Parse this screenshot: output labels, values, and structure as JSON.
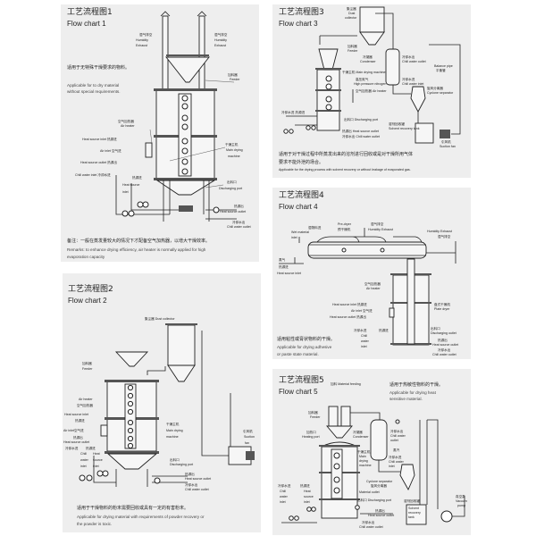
{
  "fc1": {
    "title_cn": "工艺流程图1",
    "title_en": "Flow chart 1",
    "desc_cn": "适用于无特殊干燥要求的物料。",
    "desc_en1": "Applicable for to dry material",
    "desc_en2": "without special requirements.",
    "humidity_cn": "湿气排空",
    "humidity_en1": "Humidity",
    "humidity_en2": "Exhaust",
    "feeder_cn": "加料器",
    "feeder_en": "Feeder",
    "airheater_cn": "空气加热器",
    "airheater_en": "Air heater",
    "hs_inlet": "Heat source inlet 热源进",
    "air_inlet": "Air inlet 空气进",
    "hs_outlet": "Heat source outlet 热源出",
    "chill_inlet": "Chill water inlet 冷却水进",
    "hs_inlet2_cn": "热源进",
    "hs_inlet2_en1": "Heat source",
    "hs_inlet2_en2": "inlet",
    "main_cn": "干燥主机",
    "main_en1": "Main drying",
    "main_en2": "machine",
    "disch_cn": "出料口",
    "disch_en": "Discharging port",
    "hs_out_cn": "热源出",
    "hs_out_en": "Heat source outlet",
    "cw_out_cn": "冷却水出",
    "cw_out_en": "Chill water outlet",
    "remark_cn": "备注：一般在蒸发量较大的情况下才配备空气加热器，以增大干燥效率。",
    "remark_en1": "Remarks: to enhance drying efficiency, air heater is normally applied for high",
    "remark_en2": "evaporation capacity"
  },
  "fc2": {
    "title_cn": "工艺流程图2",
    "title_en": "Flow chart 2",
    "dust": "集尘器 Dust collector",
    "feeder_cn": "加料器",
    "feeder_en": "Feeder",
    "airheater_en": "Air heater",
    "airheater_cn": "空气加热器",
    "hs_inlet_en": "Heat source inlet",
    "hs_inlet_cn": "热源进",
    "air_inlet": "Air inlet空气进",
    "hs_outlet_cn": "热源出",
    "hs_outlet_en": "Heat source outlet",
    "chill_cn": "冷却水进",
    "chill_en1": "Chill",
    "chill_en2": "water",
    "chill_en3": "inlet",
    "hs2_cn": "热源进",
    "hs2_en1": "Heat",
    "hs2_en2": "source",
    "hs2_en3": "inlet",
    "main_cn": "干燥主机",
    "main_en1": "Main drying",
    "main_en2": "machine",
    "fan_cn": "引风机",
    "fan_en1": "Suction",
    "fan_en2": "fan",
    "disch_cn": "出料口",
    "disch_en": "Discharging port",
    "hs_out_cn": "热源出",
    "hs_out_en": "Heat source outlet",
    "cw_out_cn": "冷却水出",
    "cw_out_en": "Chill water outlet",
    "desc_cn": "适用于干燥物料的粉末需要回收或具有一定的有害粉末。",
    "desc_en1": "Applicable for drying material with requirements of powder recovery or",
    "desc_en2": "the powder is toxic."
  },
  "fc3": {
    "title_cn": "工艺流程图3",
    "title_en": "Flow chart 3",
    "dust_cn": "集尘器",
    "dust_en1": "Dust",
    "dust_en2": "collector",
    "feeder_cn": "加料器",
    "feeder_en": "Feeder",
    "condenser_cn": "冷凝器",
    "condenser_en": "Condenser",
    "main": "干燥主机 Main drying machine",
    "cw_in_cn": "冷却水进",
    "cw_in_en": "Chill water inlet",
    "cw_out_cn": "冷却水出",
    "cw_out_en": "Chill water outlet",
    "hp_cn": "高压氮气",
    "hp_en": "High pressure nitrogen",
    "airheater": "空气加热器 Air heater",
    "balance_en": "Balance pipe",
    "balance_cn": "平衡管",
    "cyclone_cn": "旋风分离器",
    "cyclone_en": "Cyclone separator",
    "chill_in": "冷却水进 热源进",
    "disch": "出料口 Discharging port",
    "hs_out": "热源出 Heat source outlet",
    "cw_out2": "冷却水出 Chill water outlet",
    "solvent_cn": "溶剂回收罐",
    "solvent_en": "Solvent recovery tank",
    "fan_cn": "引风机",
    "fan_en": "Suction fan",
    "desc_cn1": "适用于对干燥过程中所蒸发出来的溶剂进行回收或是对干燥所用气体",
    "desc_cn2": "要求不能外泄的场合。",
    "desc_en": "Applicable for the drying process with solvent recovery or without leakage of evaporated gas."
  },
  "fc4": {
    "title_cn": "工艺流程图4",
    "title_en": "Flow chart 4",
    "wet_cn": "湿物料进",
    "wet_en1": "Wet material",
    "wet_en2": "inlet",
    "pre_en": "Pre-dryer",
    "pre_cn": "预干燥机",
    "hum_cn": "湿气排空",
    "hum_en": "Humidity Exhaust",
    "hum2_en": "Humidity Exhaust",
    "hum2_cn": "湿气排空",
    "steam": "蒸气",
    "hs_in_cn": "热源进",
    "hs_in_en": "Heat source inlet",
    "airheater_cn": "空气加热器",
    "airheater_en": "Air heater",
    "hs_inlet": "Heat source inlet 热源进",
    "air_inlet": "Air inlet 空气进",
    "hs_outlet": "Heat source outlet 热源出",
    "plate_cn": "盘式干燥机",
    "plate_en": "Plate dryer",
    "chill_cn": "冷却水进",
    "chill_en1": "Chill",
    "chill_en2": "water",
    "chill_en3": "inlet",
    "hs2": "热源进",
    "disch_cn": "出料口",
    "disch_en": "Discharging outlet",
    "hs_out_cn": "热源出",
    "hs_out_en": "Heat source outlet",
    "cw_out_cn": "冷却水出",
    "cw_out_en": "Chill water outlet",
    "desc_cn": "适用粘性或膏状物料的干燥。",
    "desc_en1": "Applicable for drying adhesive",
    "desc_en2": "or paste state material."
  },
  "fc5": {
    "title_cn": "工艺流程图5",
    "title_en": "Flow chart 5",
    "heating": "加料 Material feeding",
    "desc_cn": "适用于热敏性物料的干燥。",
    "desc_en1": "Applicable for drying heat",
    "desc_en2": "sensitive material.",
    "feeder_cn": "加料器",
    "feeder_en": "Feeder",
    "heating_port_cn": "加热口",
    "heating_port_en": "Heating port",
    "condenser_cn": "冷凝器",
    "condenser_en": "Condenser",
    "cw_out_cn": "冷却水出",
    "cw_out_en1": "Chill water",
    "cw_out_en2": "outlet",
    "main_cn": "干燥主机",
    "main_en1": "Main",
    "main_en2": "drying",
    "main_en3": "machine",
    "steam": "蒸汽",
    "cw_in_cn": "冷却水进",
    "cw_in_en1": "Chill water",
    "cw_in_en2": "inlet",
    "cyclone_en": "Cyclone separator",
    "cyclone_cn": "旋风分离器",
    "mat_out": "Material outlet",
    "chill_cn": "冷却水进",
    "chill_en1": "Chill",
    "chill_en2": "water",
    "chill_en3": "inlet",
    "hs_cn": "热源进",
    "hs_en1": "Heat",
    "hs_en2": "source",
    "hs_en3": "inlet",
    "disch": "出料口 Discharging port",
    "solvent_cn": "溶剂回收罐",
    "solvent_en1": "Solvent",
    "solvent_en2": "recovery",
    "solvent_en3": "tank",
    "hs_out_cn": "热源出",
    "hs_out_en": "Heat source outlet",
    "cw2_cn": "冷却水出",
    "cw2_en": "Chill water outlet",
    "vac_cn": "真空泵",
    "vac_en1": "Vacuum",
    "vac_en2": "pump"
  }
}
